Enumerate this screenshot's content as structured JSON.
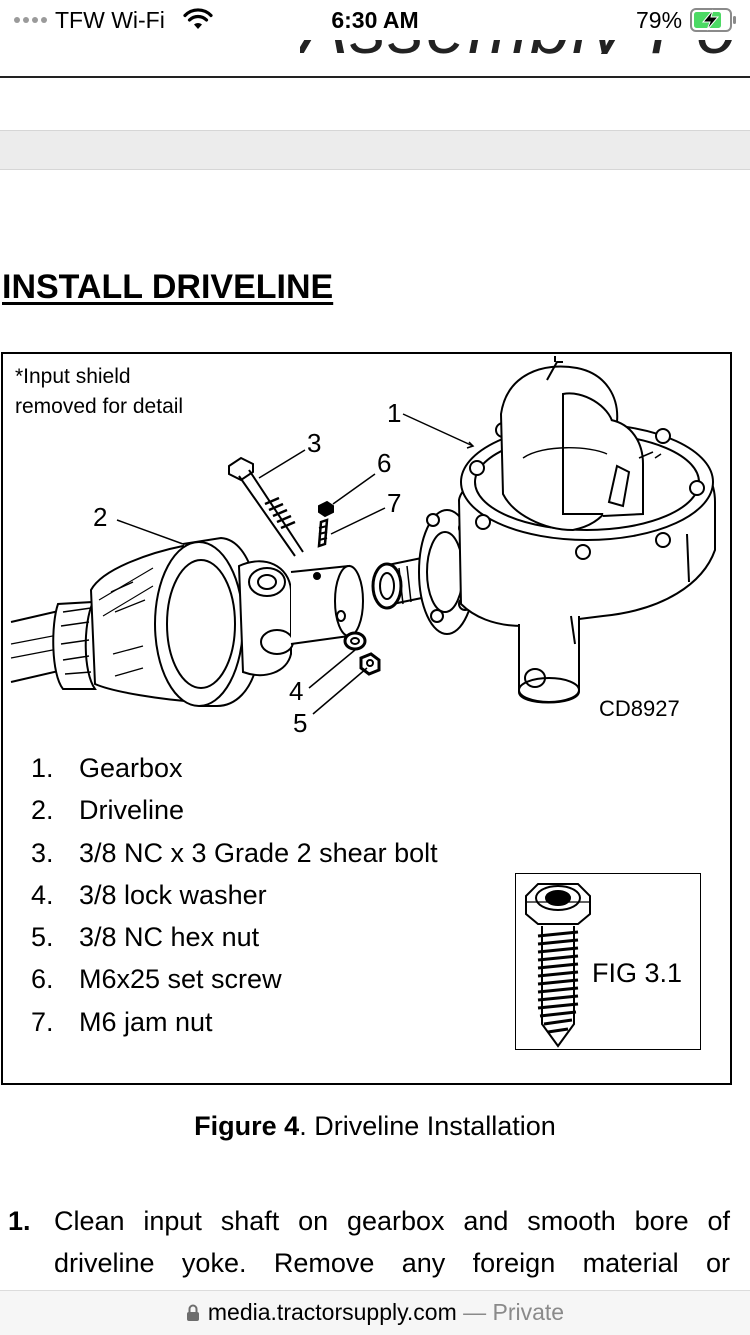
{
  "status_bar": {
    "carrier": "TFW Wi-Fi",
    "time": "6:30 AM",
    "battery": "79%"
  },
  "document": {
    "heading_fragment": "Assembly Fo",
    "section_title": "INSTALL DRIVELINE",
    "figure": {
      "note_line1": "*Input shield",
      "note_line2": "removed for detail",
      "drawing_code": "CD8927",
      "callouts": [
        "1",
        "2",
        "3",
        "6",
        "7",
        "4",
        "5"
      ],
      "parts": [
        {
          "num": "1.",
          "label": "Gearbox"
        },
        {
          "num": "2.",
          "label": "Driveline"
        },
        {
          "num": "3.",
          "label": "3/8 NC x 3 Grade 2 shear bolt"
        },
        {
          "num": "4.",
          "label": "3/8 lock washer"
        },
        {
          "num": "5.",
          "label": "3/8 NC hex nut"
        },
        {
          "num": "6.",
          "label": "M6x25 set screw"
        },
        {
          "num": "7.",
          "label": "M6 jam nut"
        }
      ],
      "inset_label": "FIG 3.1",
      "caption_bold": "Figure 4",
      "caption_rest": ". Driveline Installation"
    },
    "step": {
      "number": "1.",
      "text": "Clean input shaft on gearbox and smooth bore of driveline yoke. Remove any foreign material or"
    }
  },
  "url_bar": {
    "domain": "media.tractorsupply.com",
    "suffix": " — Private"
  },
  "colors": {
    "text": "#000000",
    "band": "#ececec",
    "battery_charge": "#4cd964",
    "private_label": "#8a8a8a"
  }
}
